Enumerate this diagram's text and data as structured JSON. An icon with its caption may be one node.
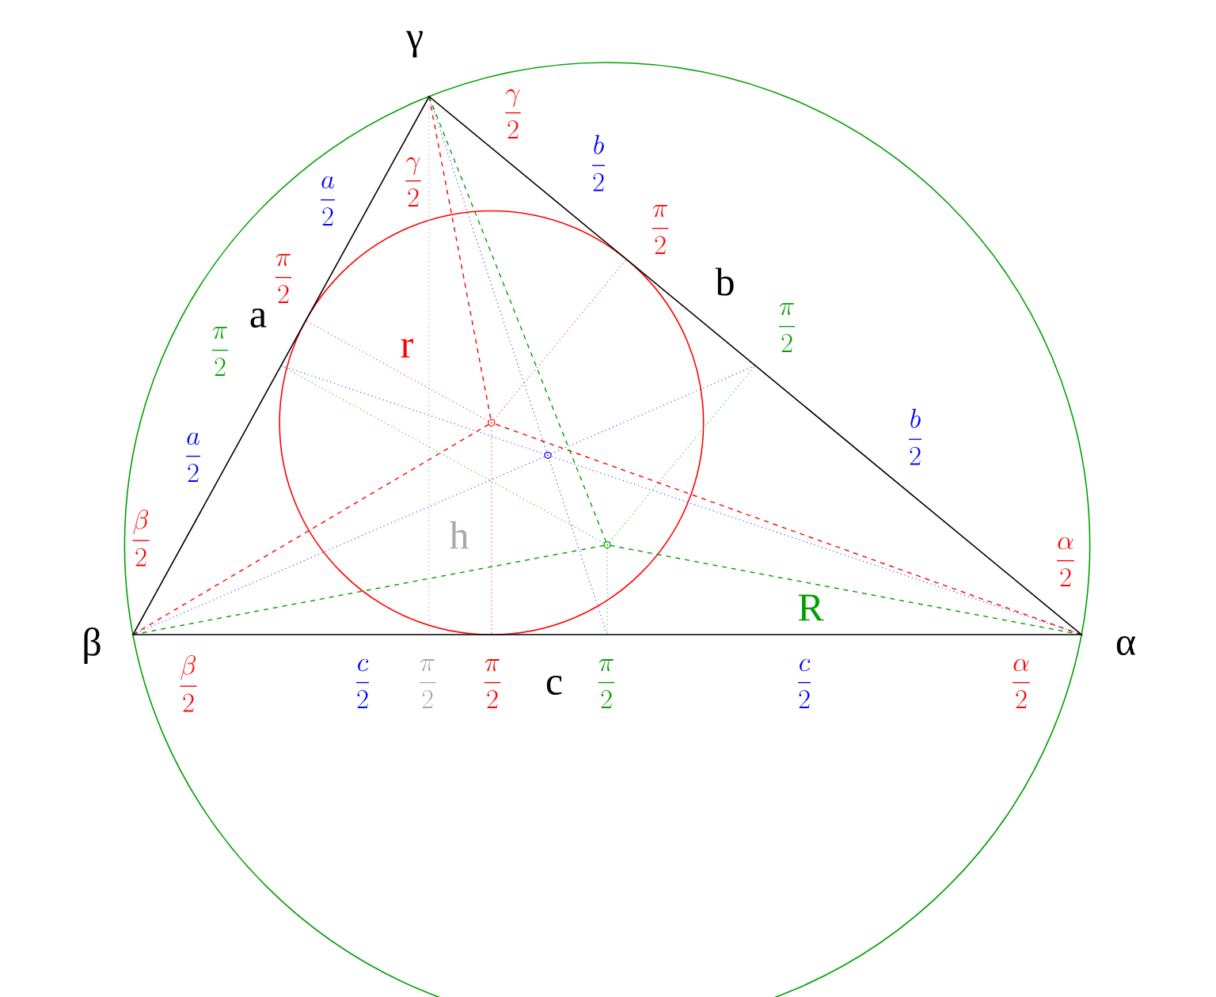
{
  "diagram": {
    "labels": [
      "γ",
      "\\frac{\\gamma}{2}",
      "\\frac{b}{2}",
      "\\frac{\\gamma}{2}",
      "\\frac{a}{2}",
      "\\frac{\\pi}{2}",
      "\\frac{\\pi}{2}",
      "b",
      "a",
      "\\frac{\\pi}{2}",
      "\\frac{\\pi}{2}",
      "r",
      "\\frac{b}{2}",
      "\\frac{a}{2}",
      "h",
      "\\frac{\\beta}{2}",
      "\\frac{\\alpha}{2}",
      "R",
      "β",
      "α",
      "\\frac{\\beta}{2}",
      "\\frac{c}{2}",
      "\\frac{\\pi}{2}",
      "\\frac{\\pi}{2}",
      "c",
      "\\frac{\\pi}{2}",
      "\\frac{c}{2}",
      "\\frac{\\alpha}{2}"
    ]
  }
}
